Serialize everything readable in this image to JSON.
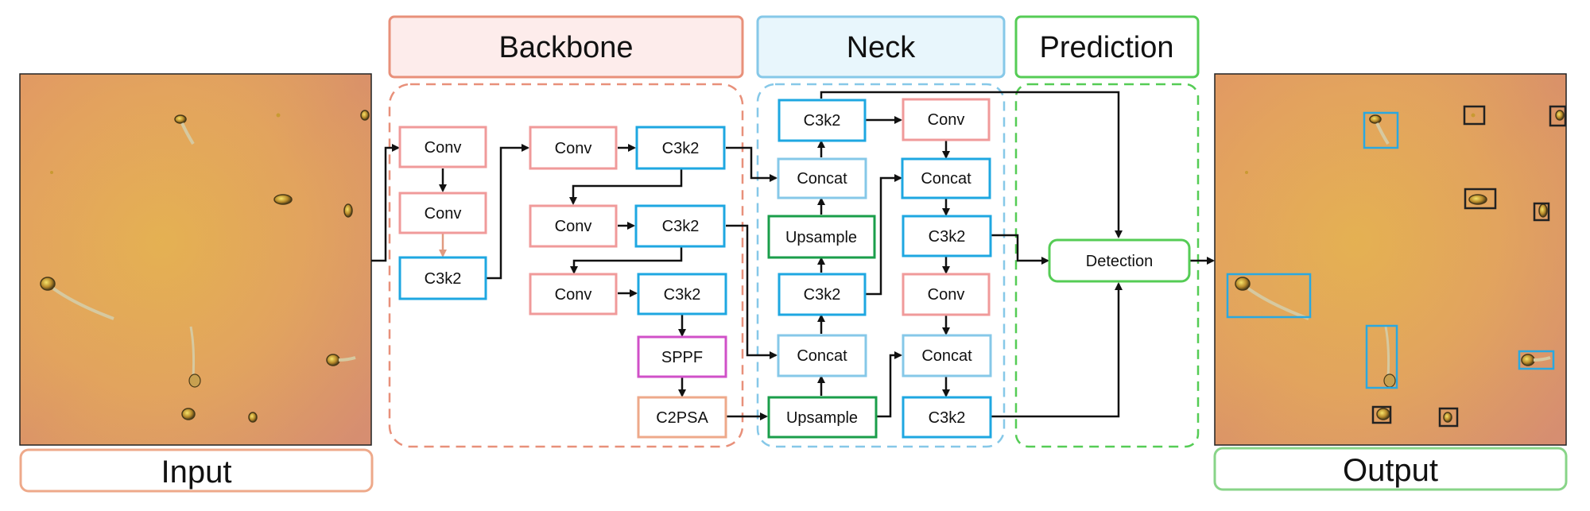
{
  "headers": {
    "backbone": "Backbone",
    "neck": "Neck",
    "prediction": "Prediction",
    "input": "Input",
    "output": "Output"
  },
  "backbone": {
    "conv_a": "Conv",
    "conv_b": "Conv",
    "c3k2_a": "C3k2",
    "conv_c": "Conv",
    "c3k2_b": "C3k2",
    "conv_d": "Conv",
    "c3k2_c": "C3k2",
    "conv_e": "Conv",
    "c3k2_d": "C3k2",
    "sppf": "SPPF",
    "c2psa": "C2PSA"
  },
  "neck": {
    "c3k2_top": "C3k2",
    "concat_1": "Concat",
    "upsample_1": "Upsample",
    "c3k2_mid": "C3k2",
    "concat_2": "Concat",
    "upsample_2": "Upsample",
    "conv_r1": "Conv",
    "concat_r1": "Concat",
    "c3k2_r1": "C3k2",
    "conv_r2": "Conv",
    "concat_r2": "Concat",
    "c3k2_r2": "C3k2"
  },
  "prediction": {
    "detection": "Detection"
  },
  "colors": {
    "backbone_border": "#e8907a",
    "backbone_fill": "#fdeceb",
    "neck_border": "#86c8e8",
    "neck_fill": "#e8f6fc",
    "prediction_border": "#55cc55",
    "conv_border": "#f09a9a",
    "c3k2_border": "#1ea7e1",
    "concat_border": "#86c8e8",
    "upsample_border": "#1a9e4a",
    "sppf_border": "#d050c8",
    "c2psa_border": "#eea98a",
    "detection_border": "#55cc55",
    "output_border": "#88d488",
    "input_border": "#eea98a",
    "bbox_blue": "#2aa8e0",
    "bbox_black": "#222222"
  }
}
